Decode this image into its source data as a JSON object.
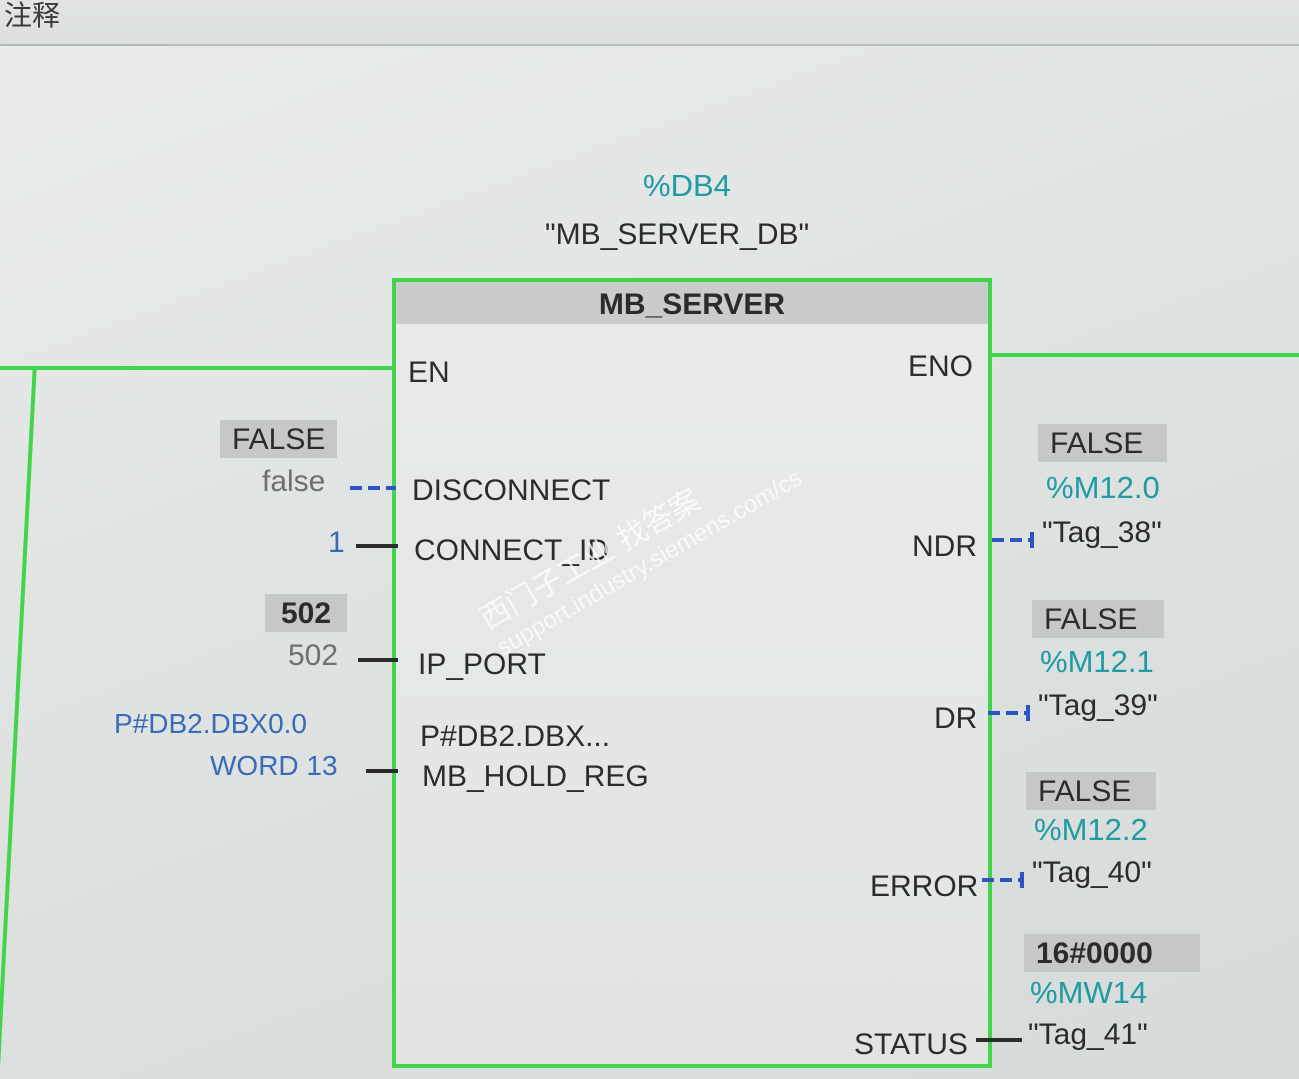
{
  "header": {
    "label": "注释"
  },
  "instance": {
    "address": "%DB4",
    "name": "\"MB_SERVER_DB\""
  },
  "block": {
    "title": "MB_SERVER"
  },
  "pins_in": {
    "en": "EN",
    "disconnect": "DISCONNECT",
    "connect_id": "CONNECT_ID",
    "ip_port": "IP_PORT",
    "mb_hold_reg": "MB_HOLD_REG",
    "mb_hold_reg_value": "P#DB2.DBX..."
  },
  "pins_out": {
    "eno": "ENO",
    "ndr": "NDR",
    "dr": "DR",
    "error": "ERROR",
    "status": "STATUS"
  },
  "params_in": {
    "disconnect_monitor": "FALSE",
    "disconnect_value": "false",
    "connect_id_value": "1",
    "ip_port_monitor": "502",
    "ip_port_value": "502",
    "hold_reg_line1": "P#DB2.DBX0.0",
    "hold_reg_line2": "WORD 13"
  },
  "params_out": {
    "ndr": {
      "monitor": "FALSE",
      "address": "%M12.0",
      "tag": "\"Tag_38\""
    },
    "dr": {
      "monitor": "FALSE",
      "address": "%M12.1",
      "tag": "\"Tag_39\""
    },
    "error": {
      "monitor": "FALSE",
      "address": "%M12.2",
      "tag": "\"Tag_40\""
    },
    "status": {
      "monitor": "16#0000",
      "address": "%MW14",
      "tag": "\"Tag_41\""
    }
  },
  "watermark": {
    "line1": "西门子工业 找答案",
    "line2": "support.industry.siemens.com/cs"
  },
  "colors": {
    "power_flow": "#41d54b",
    "address": "#1f9ca3",
    "param": "#3a6bb8",
    "dashed_wire": "#2a55c4"
  }
}
